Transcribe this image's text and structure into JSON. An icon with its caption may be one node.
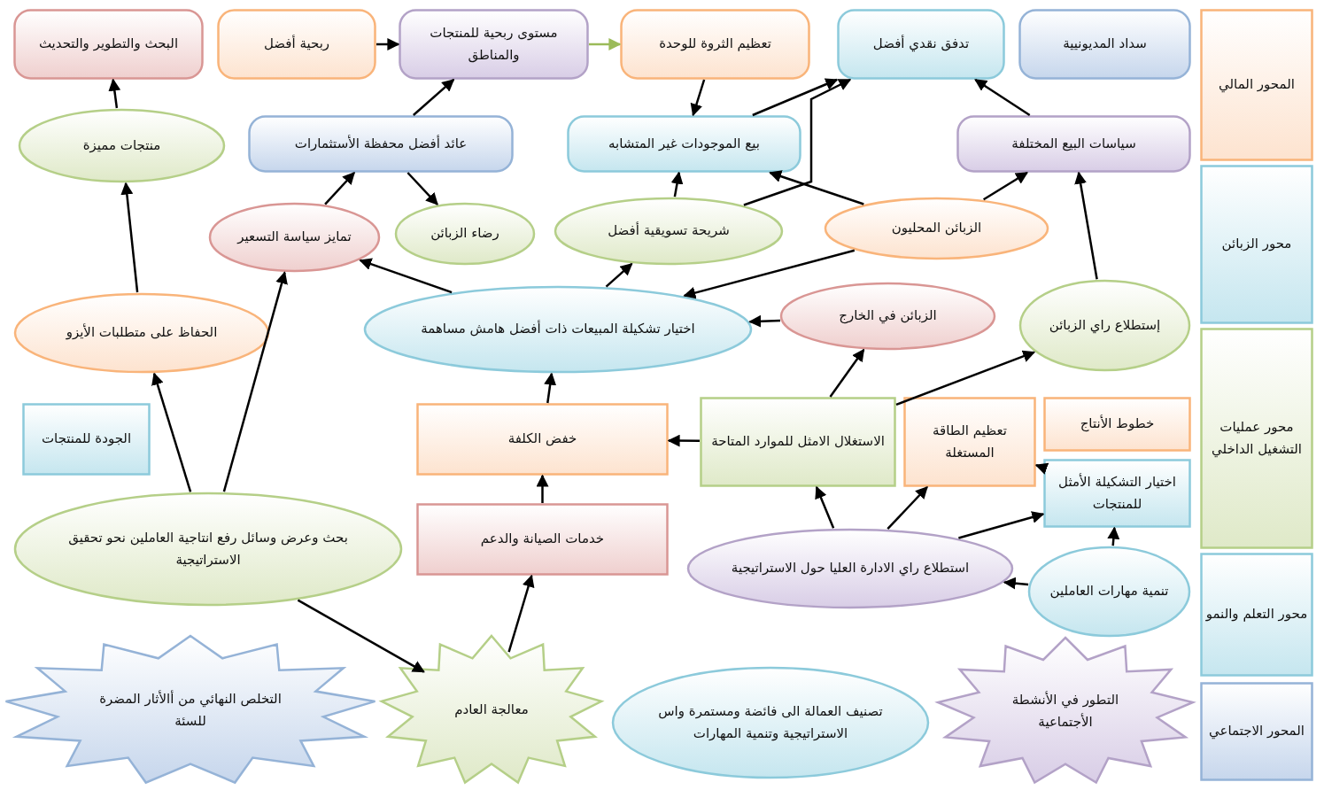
{
  "diagram": {
    "nodes": [
      {
        "text": [
          "المحور المالي"
        ]
      },
      {
        "text": [
          "محور الزبائن"
        ]
      },
      {
        "text": [
          "محور عمليات التشغيل الداخلي"
        ]
      },
      {
        "text": [
          "محور التعلم والنمو"
        ]
      },
      {
        "text": [
          "المحور الاجتماعي"
        ]
      },
      {
        "text": [
          "سداد المديونيية"
        ]
      },
      {
        "text": [
          "تدفق نقدي أفضل"
        ]
      },
      {
        "text": [
          "تعظيم الثروة للوحدة"
        ]
      },
      {
        "text": [
          "مستوى ربحية للمنتجات والمناطق"
        ]
      },
      {
        "text": [
          "ربحية أفضل"
        ]
      },
      {
        "text": [
          "البحث والتطوير والتحديث"
        ]
      },
      {
        "text": [
          "عائد أفضل محفظة الأستثمارات"
        ]
      },
      {
        "text": [
          "بيع الموجودات غير المتشابه"
        ]
      },
      {
        "text": [
          "سياسات البيع المختلفة"
        ]
      },
      {
        "text": [
          "منتجات مميزة"
        ]
      },
      {
        "text": [
          "رضاء الزبائن"
        ]
      },
      {
        "text": [
          "شريحة تسويقية أفضل"
        ]
      },
      {
        "text": [
          "الزبائن المحليون"
        ]
      },
      {
        "text": [
          "تمايز سياسة التسعير"
        ]
      },
      {
        "text": [
          "الزبائن في الخارج"
        ]
      },
      {
        "text": [
          "إستطلاع راي الزبائن"
        ]
      },
      {
        "text": [
          "الحفاظ على متطلبات الأيزو"
        ]
      },
      {
        "text": [
          "اختيار تشكيلة المبيعات ذات أفضل هامش مساهمة"
        ]
      },
      {
        "text": [
          "الجودة للمنتجات"
        ]
      },
      {
        "text": [
          "خفض الكلفة"
        ]
      },
      {
        "text": [
          "الاستغلال الامثل للموارد المتاحة"
        ]
      },
      {
        "text": [
          "تعظيم الطاقة المستغلة"
        ]
      },
      {
        "text": [
          "خطوط الأنتاج"
        ]
      },
      {
        "text": [
          "اختيار التشكيلة الأمثل للمنتجات"
        ]
      },
      {
        "text": [
          "خدمات الصيانة والدعم"
        ]
      },
      {
        "text": [
          "بحث وعرض وسائل رفع انتاجية العاملين نحو تحقيق الاستراتيجية"
        ]
      },
      {
        "text": [
          "استطلاع راي الادارة العليا حول الاستراتيجية"
        ]
      },
      {
        "text": [
          "تنمية مهارات العاملين"
        ]
      },
      {
        "text": [
          "التخلص النهائي من أالأثار المضرة للسئة"
        ]
      },
      {
        "text": [
          "معالجة العادم"
        ]
      },
      {
        "text": [
          "تصنيف العمالة الى فائضة ومستمرة واس الاستراتيجية وتنمية المهارات"
        ]
      },
      {
        "text": [
          "التطور في الأنشطة الأجتماعية"
        ]
      }
    ],
    "edges": [
      {
        "from": 14,
        "to": 10,
        "arrow": "to"
      },
      {
        "from": 21,
        "to": 14,
        "arrow": "to"
      },
      {
        "from": 9,
        "to": 8,
        "arrow": "to"
      },
      {
        "from": 8,
        "to": 7,
        "arrow": "to",
        "color": "#9bbb59"
      },
      {
        "from": 7,
        "to": 12,
        "arrow": "to"
      },
      {
        "from": 11,
        "to": 8,
        "arrow": "to"
      },
      {
        "from": 12,
        "to": 6,
        "arrow": "to"
      },
      {
        "from": 16,
        "to": 6,
        "arrow": "to"
      },
      {
        "from": 13,
        "to": 6,
        "arrow": "to"
      },
      {
        "from": 18,
        "to": 11,
        "arrow": "to"
      },
      {
        "from": 11,
        "to": 15,
        "arrow": "to"
      },
      {
        "from": 22,
        "to": 16,
        "arrow": "to"
      },
      {
        "from": 16,
        "to": 12,
        "arrow": "to"
      },
      {
        "from": 22,
        "to": 18,
        "arrow": "to"
      },
      {
        "from": 17,
        "to": 12,
        "arrow": "to"
      },
      {
        "from": 17,
        "to": 13,
        "arrow": "to"
      },
      {
        "from": 20,
        "to": 13,
        "arrow": "to"
      },
      {
        "from": 17,
        "to": 22,
        "arrow": "to"
      },
      {
        "from": 19,
        "to": 22,
        "arrow": "to"
      },
      {
        "from": 25,
        "to": 19,
        "arrow": "to"
      },
      {
        "from": 25,
        "to": 20,
        "arrow": "to"
      },
      {
        "from": 30,
        "to": 21,
        "arrow": "to"
      },
      {
        "from": 30,
        "to": 18,
        "arrow": "to"
      },
      {
        "from": 30,
        "to": 34,
        "arrow": "to"
      },
      {
        "from": 34,
        "to": 29,
        "arrow": "to"
      },
      {
        "from": 29,
        "to": 24,
        "arrow": "to"
      },
      {
        "from": 25,
        "to": 24,
        "arrow": "to"
      },
      {
        "from": 24,
        "to": 22,
        "arrow": "to"
      },
      {
        "from": 31,
        "to": 25,
        "arrow": "to"
      },
      {
        "from": 28,
        "to": 26,
        "arrow": "to"
      },
      {
        "from": 31,
        "to": 26,
        "arrow": "to"
      },
      {
        "from": 31,
        "to": 28,
        "arrow": "to"
      },
      {
        "from": 32,
        "to": 28,
        "arrow": "to"
      },
      {
        "from": 32,
        "to": 31,
        "arrow": "to"
      }
    ]
  }
}
